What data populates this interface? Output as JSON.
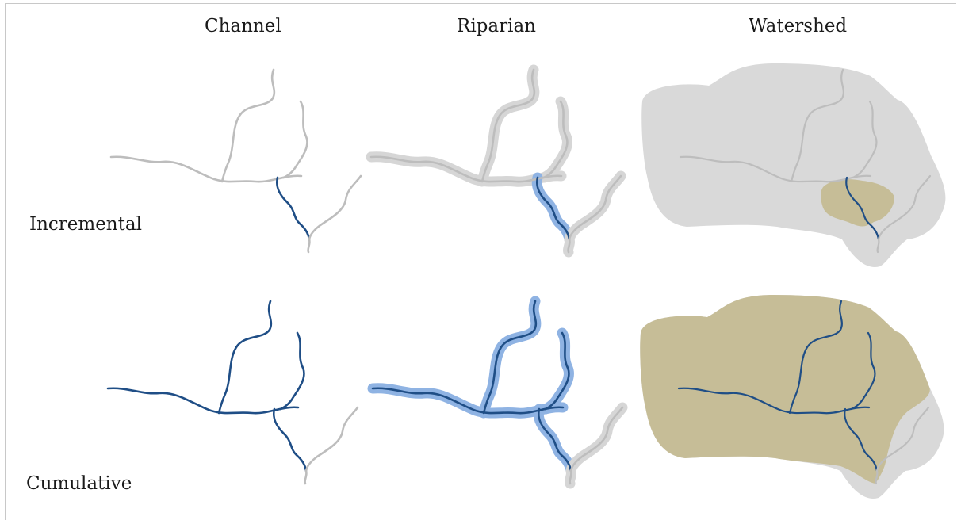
{
  "columns": {
    "channel": "Channel",
    "riparian": "Riparian",
    "watershed": "Watershed"
  },
  "rows": {
    "incremental": "Incremental",
    "cumulative": "Cumulative"
  },
  "colors": {
    "inactive_stream": "#bdbdbd",
    "active_stream": "#1f4e86",
    "inactive_buffer": "#d6d6d6",
    "active_buffer": "#8fb3e3",
    "inactive_watershed": "#d9d9d9",
    "active_watershed": "#c6bd97"
  }
}
